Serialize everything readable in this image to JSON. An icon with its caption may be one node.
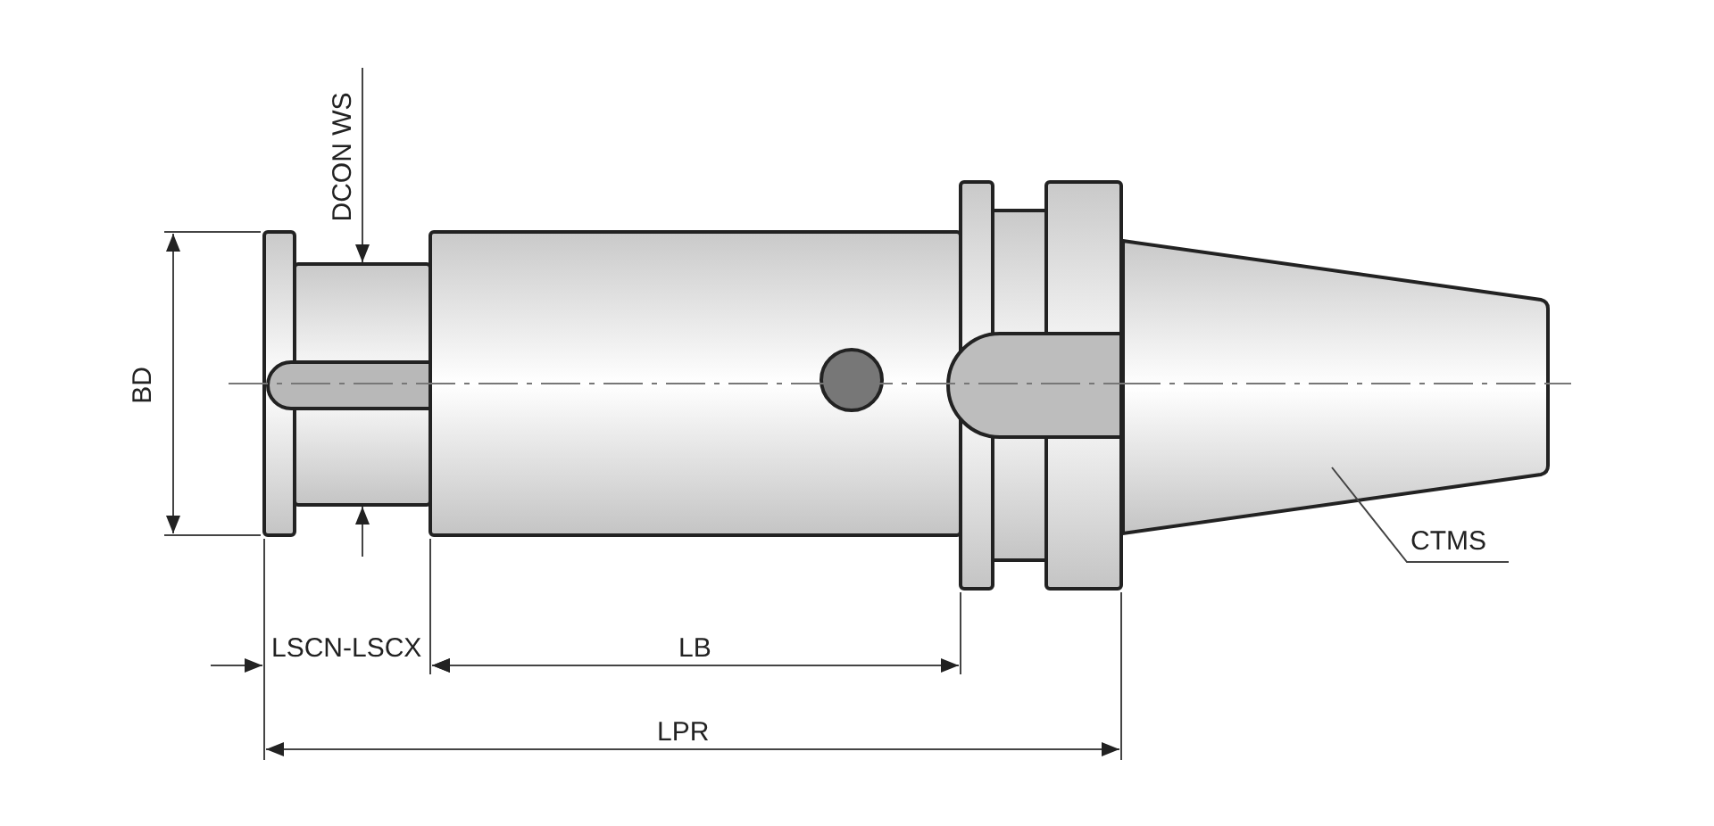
{
  "diagram": {
    "nodes": [
      {
        "text": [
          "CTMS"
        ]
      },
      {
        "text": [],
        "shape": "picture"
      }
    ],
    "edges": [
      {
        "from": 0,
        "to": 1,
        "arrow": "none"
      }
    ],
    "labels": [
      "DCON WS",
      "BD",
      "LSCN-LSCX",
      "LB",
      "LPR"
    ]
  }
}
